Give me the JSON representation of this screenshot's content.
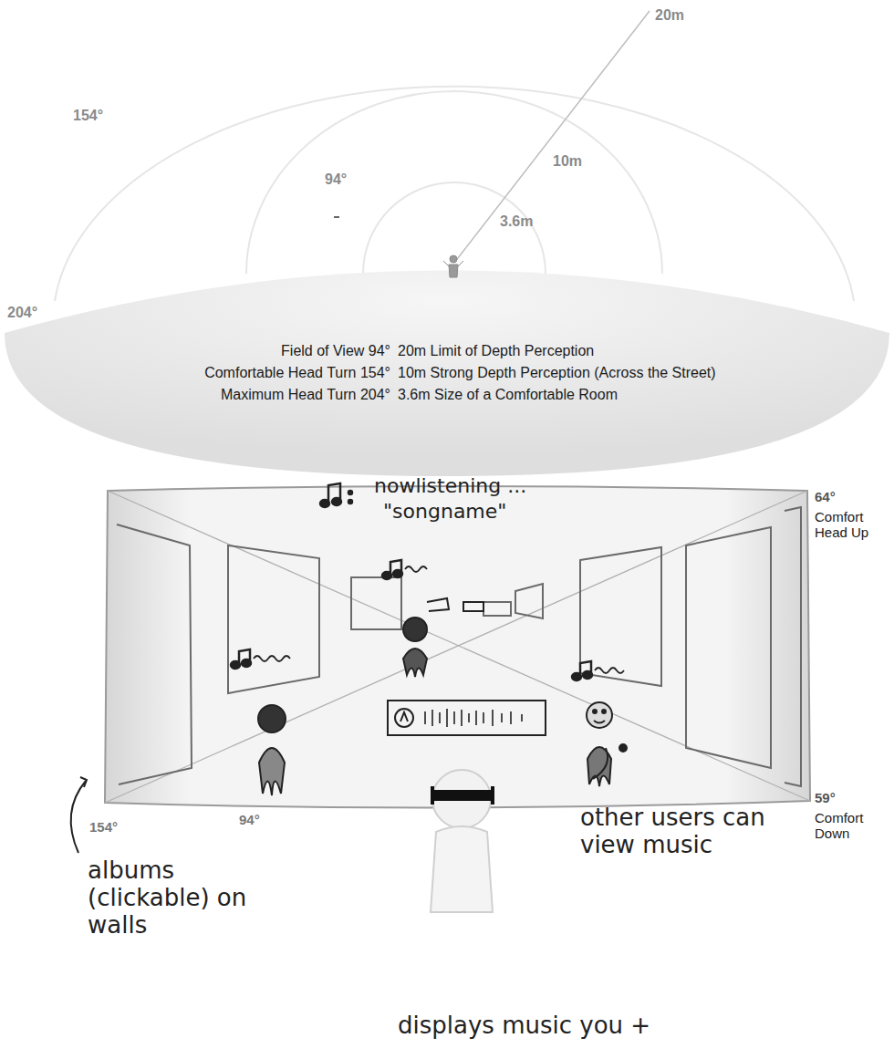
{
  "diagram": {
    "labels": [
      "20m",
      "154°",
      "10m",
      "94°",
      "3.6m",
      "204°",
      "Field of View 94°",
      "Comfortable Head Turn 154°",
      "Maximum Head Turn 204°",
      "20m Limit of Depth Perception",
      "10m Strong Depth Perception (Across the Street)",
      "3.6m Size of a Comfortable Room",
      "nowlistening ...",
      "\"songname\"",
      "64°",
      "Comfort Head Up",
      "154°",
      "94°",
      "59°",
      "Comfort Down",
      "other users can view music",
      "albums (clickable) on walls",
      "displays music you +"
    ]
  }
}
